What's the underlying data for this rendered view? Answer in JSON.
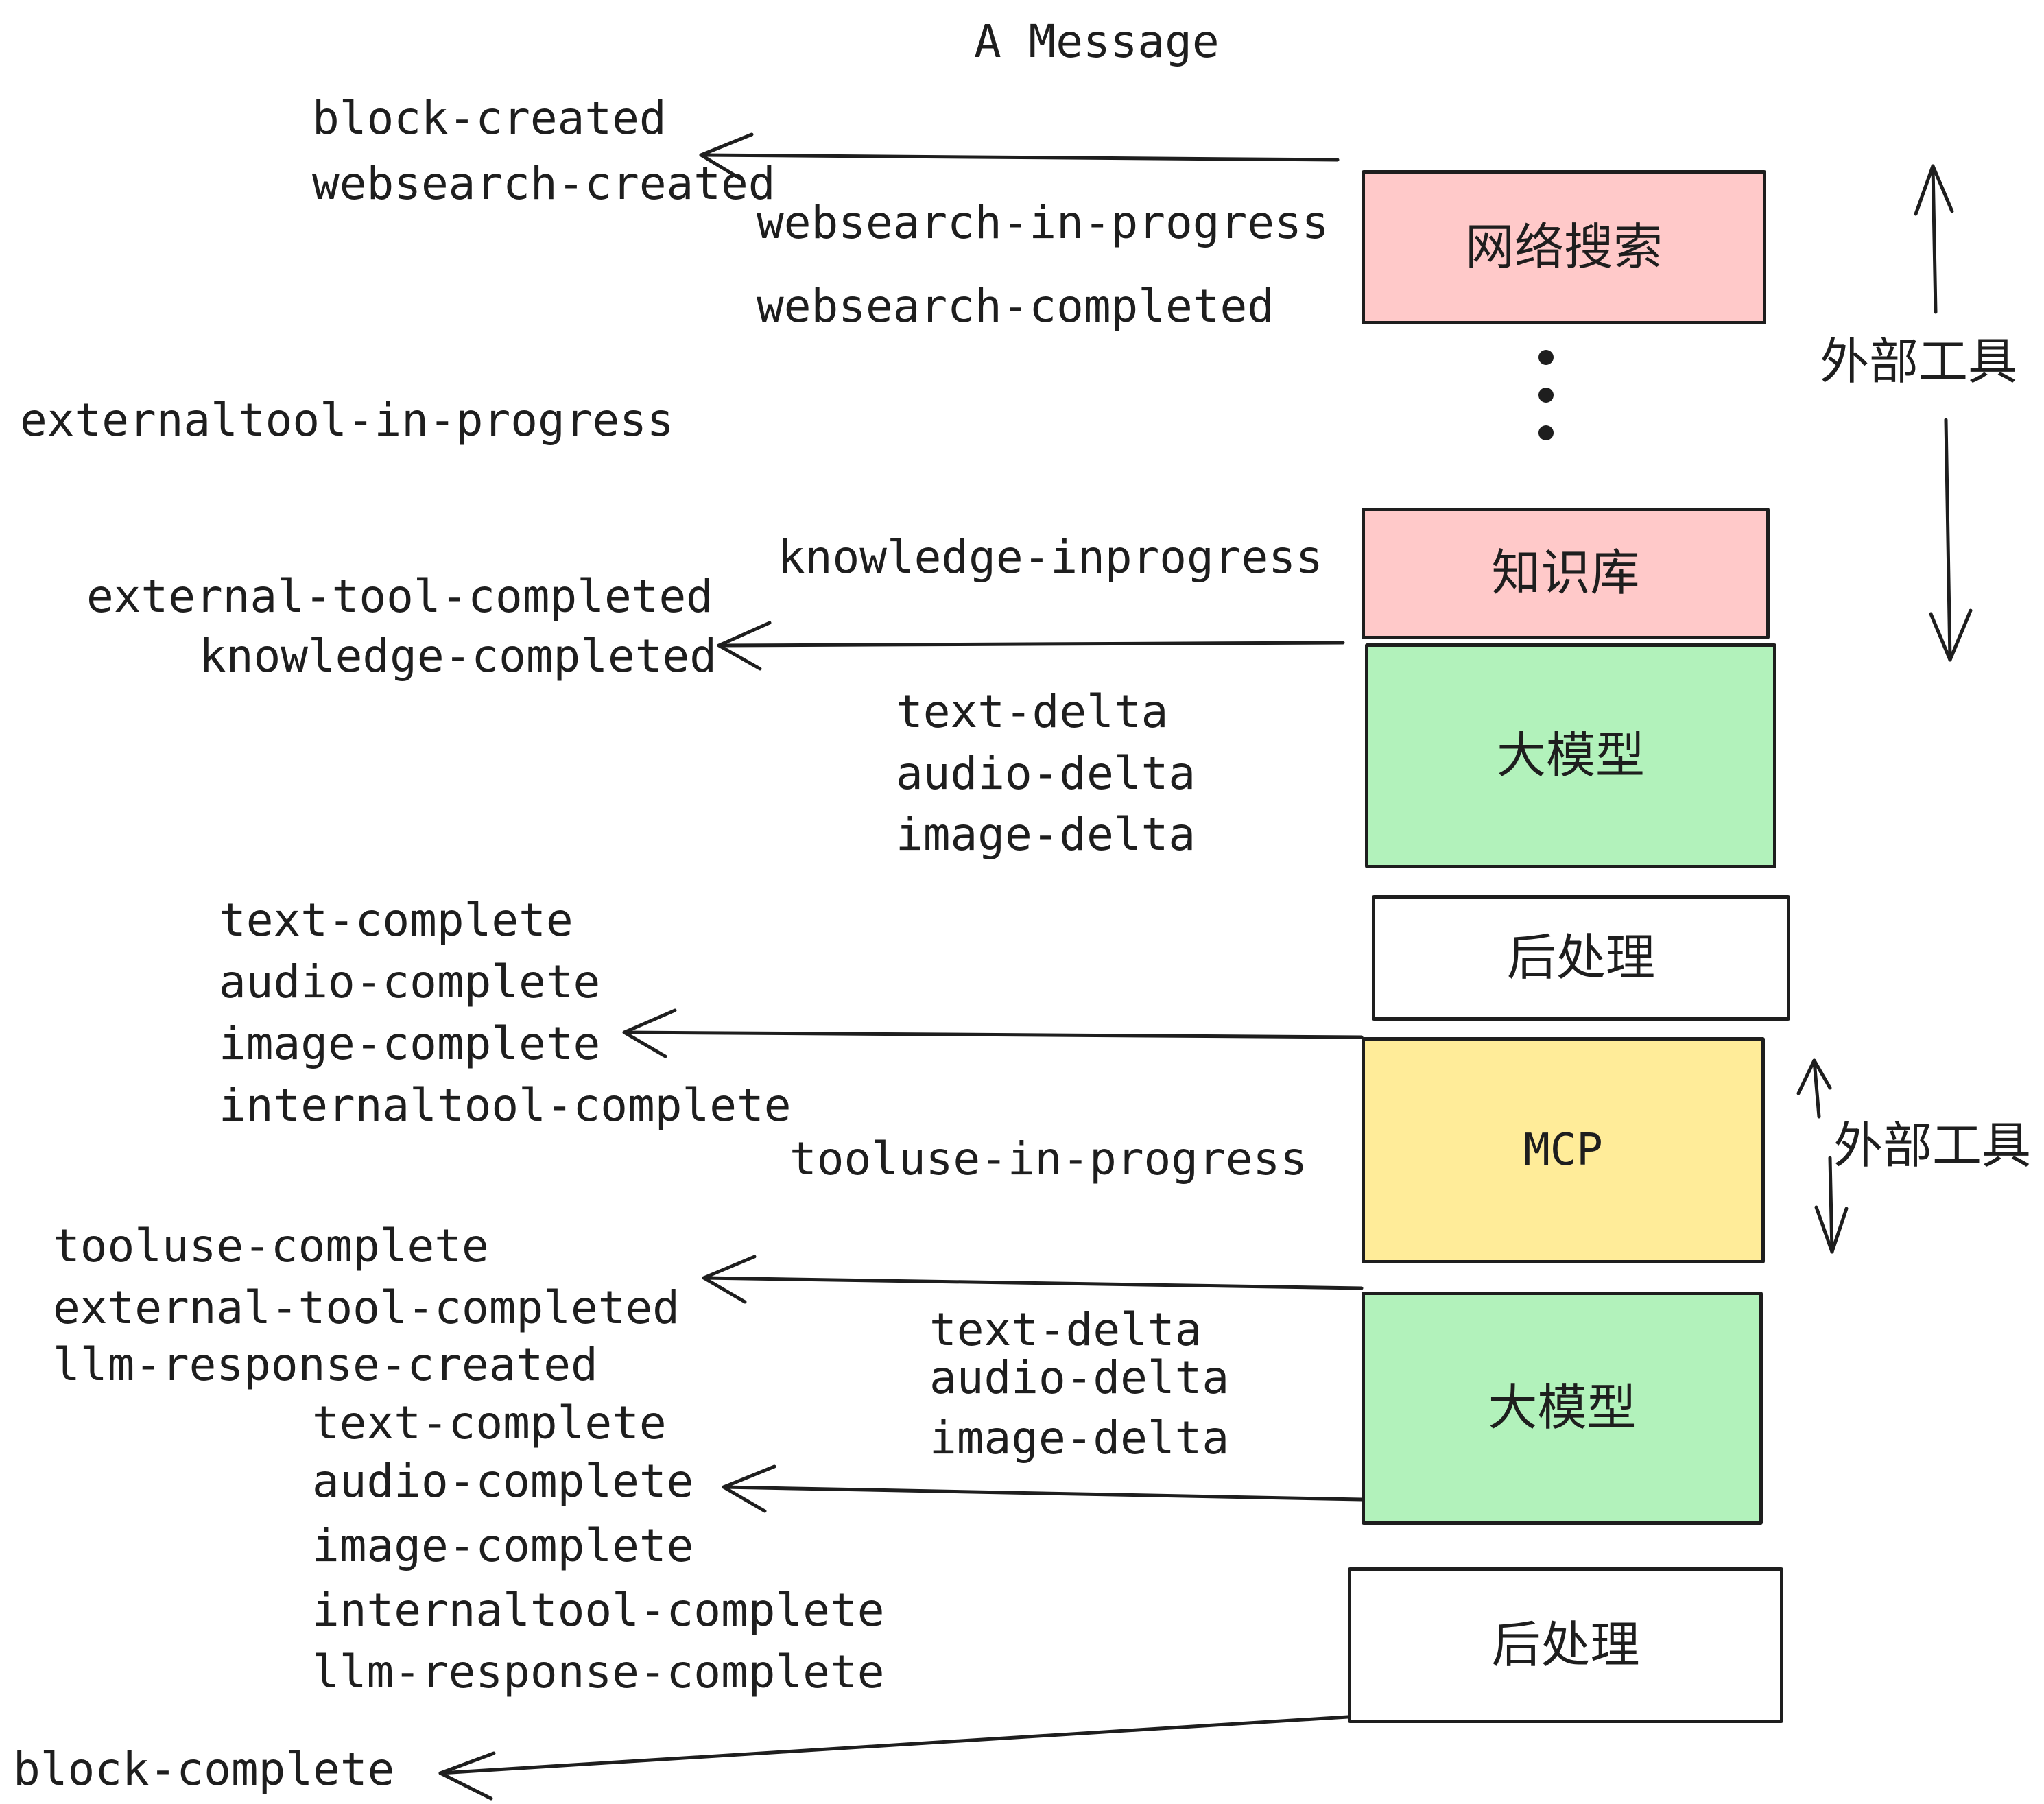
{
  "title": "A Message",
  "colors": {
    "ink": "#1e1e1e",
    "pink": "#ffc9c9",
    "green": "#b2f2bb",
    "yellow": "#ffec99",
    "white": "#ffffff"
  },
  "events": [
    "block-created",
    "websearch-created",
    "websearch-in-progress",
    "websearch-completed",
    "externaltool-in-progress",
    "knowledge-inprogress",
    "external-tool-completed",
    "knowledge-completed",
    "text-delta",
    "audio-delta",
    "image-delta",
    "text-complete",
    "audio-complete",
    "image-complete",
    "internaltool-complete",
    "tooluse-in-progress",
    "tooluse-complete",
    "external-tool-completed",
    "llm-response-created",
    "text-delta",
    "audio-delta",
    "image-delta",
    "text-complete",
    "audio-complete",
    "image-complete",
    "internaltool-complete",
    "llm-response-complete",
    "block-complete"
  ],
  "boxes": [
    {
      "label": "网络搜索",
      "color": "#ffc9c9"
    },
    {
      "label": "知识库",
      "color": "#ffc9c9"
    },
    {
      "label": "大模型",
      "color": "#b2f2bb"
    },
    {
      "label": "后处理",
      "color": "#ffffff"
    },
    {
      "label": "MCP",
      "color": "#ffec99"
    },
    {
      "label": "大模型",
      "color": "#b2f2bb"
    },
    {
      "label": "后处理",
      "color": "#ffffff"
    }
  ],
  "side_labels": [
    "外部工具",
    "外部工具"
  ],
  "icons": {
    "vertical_ellipsis": "⋮"
  }
}
